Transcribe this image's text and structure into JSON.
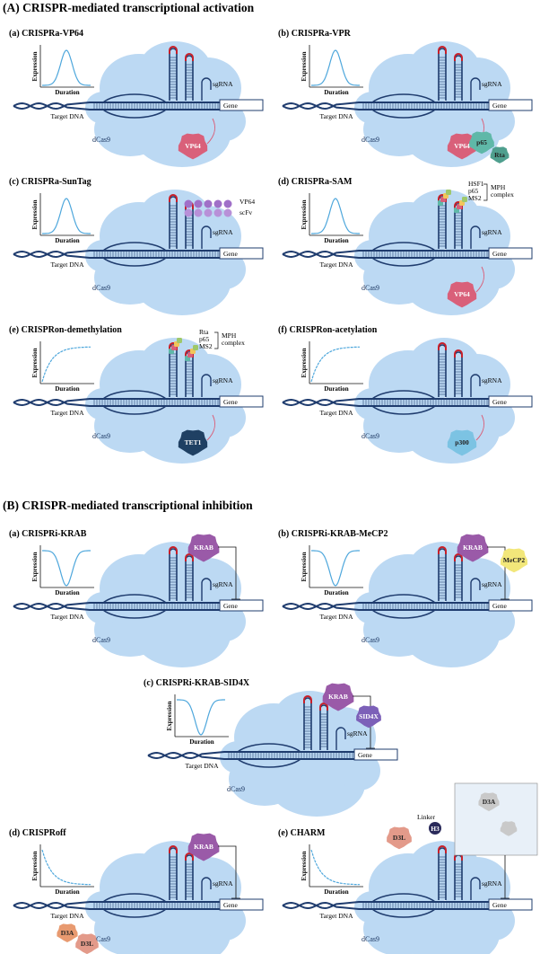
{
  "sections": {
    "A": "(A) CRISPR-mediated transcriptional activation",
    "B": "(B) CRISPR-mediated transcriptional inhibition"
  },
  "common": {
    "expression": "Expression",
    "duration": "Duration",
    "target_dna": "Target DNA",
    "dcas9": "dCas9",
    "sgrna": "sgRNA",
    "gene": "Gene",
    "mph_complex": "MPH\ncomplex"
  },
  "panels": [
    {
      "id": "A-a",
      "title": "(a)  CRISPRa-VP64",
      "curve": "bell",
      "effectors": [
        "VP64"
      ]
    },
    {
      "id": "A-b",
      "title": "(b)  CRISPRa-VPR",
      "curve": "bell",
      "effectors": [
        "VP64",
        "p65",
        "Rta"
      ]
    },
    {
      "id": "A-c",
      "title": "(c)  CRISPRa-SunTag",
      "curve": "bell",
      "effectors": [
        "VP64",
        "scFv"
      ]
    },
    {
      "id": "A-d",
      "title": "(d)  CRISPRa-SAM",
      "curve": "bell",
      "effectors": [
        "VP64",
        "HSF1",
        "p65",
        "MS2"
      ]
    },
    {
      "id": "A-e",
      "title": "(e)  CRISPRon-demethylation",
      "curve": "rise",
      "effectors": [
        "TET1",
        "Rta",
        "p65",
        "MS2"
      ]
    },
    {
      "id": "A-f",
      "title": "(f)  CRISPRon-acetylation",
      "curve": "rise",
      "effectors": [
        "p300"
      ]
    },
    {
      "id": "B-a",
      "title": "(a)  CRISPRi-KRAB",
      "curve": "dip",
      "effectors": [
        "KRAB"
      ]
    },
    {
      "id": "B-b",
      "title": "(b)  CRISPRi-KRAB-MeCP2",
      "curve": "dip",
      "effectors": [
        "KRAB",
        "MeCP2"
      ]
    },
    {
      "id": "B-c",
      "title": "(c)  CRISPRi-KRAB-SID4X",
      "curve": "dip",
      "effectors": [
        "KRAB",
        "SID4X"
      ]
    },
    {
      "id": "B-d",
      "title": "(d)  CRISPRoff",
      "curve": "decay",
      "effectors": [
        "KRAB",
        "D3A",
        "D3L"
      ]
    },
    {
      "id": "B-e",
      "title": "(e)  CHARM",
      "curve": "decay",
      "effectors": [
        "D3L",
        "Linker",
        "H3",
        "D3A"
      ]
    }
  ],
  "colors": {
    "cas9": "#bcd9f3",
    "dna": "#1f3c6e",
    "rna": "#c8202a",
    "vp64": "#d9607a",
    "p65": "#5fb8a8",
    "rta": "#4f9f8e",
    "scfv": "#a070c8",
    "tet1": "#1f4063",
    "p300": "#7cc3e3",
    "krab": "#9a5aa8",
    "mecp2": "#f2e77a",
    "sid4x": "#7c60b8",
    "d3a": "#e89a70",
    "d3l": "#e39a8a",
    "h3": "#2a2a5a",
    "curve": "#4ea7dc"
  }
}
